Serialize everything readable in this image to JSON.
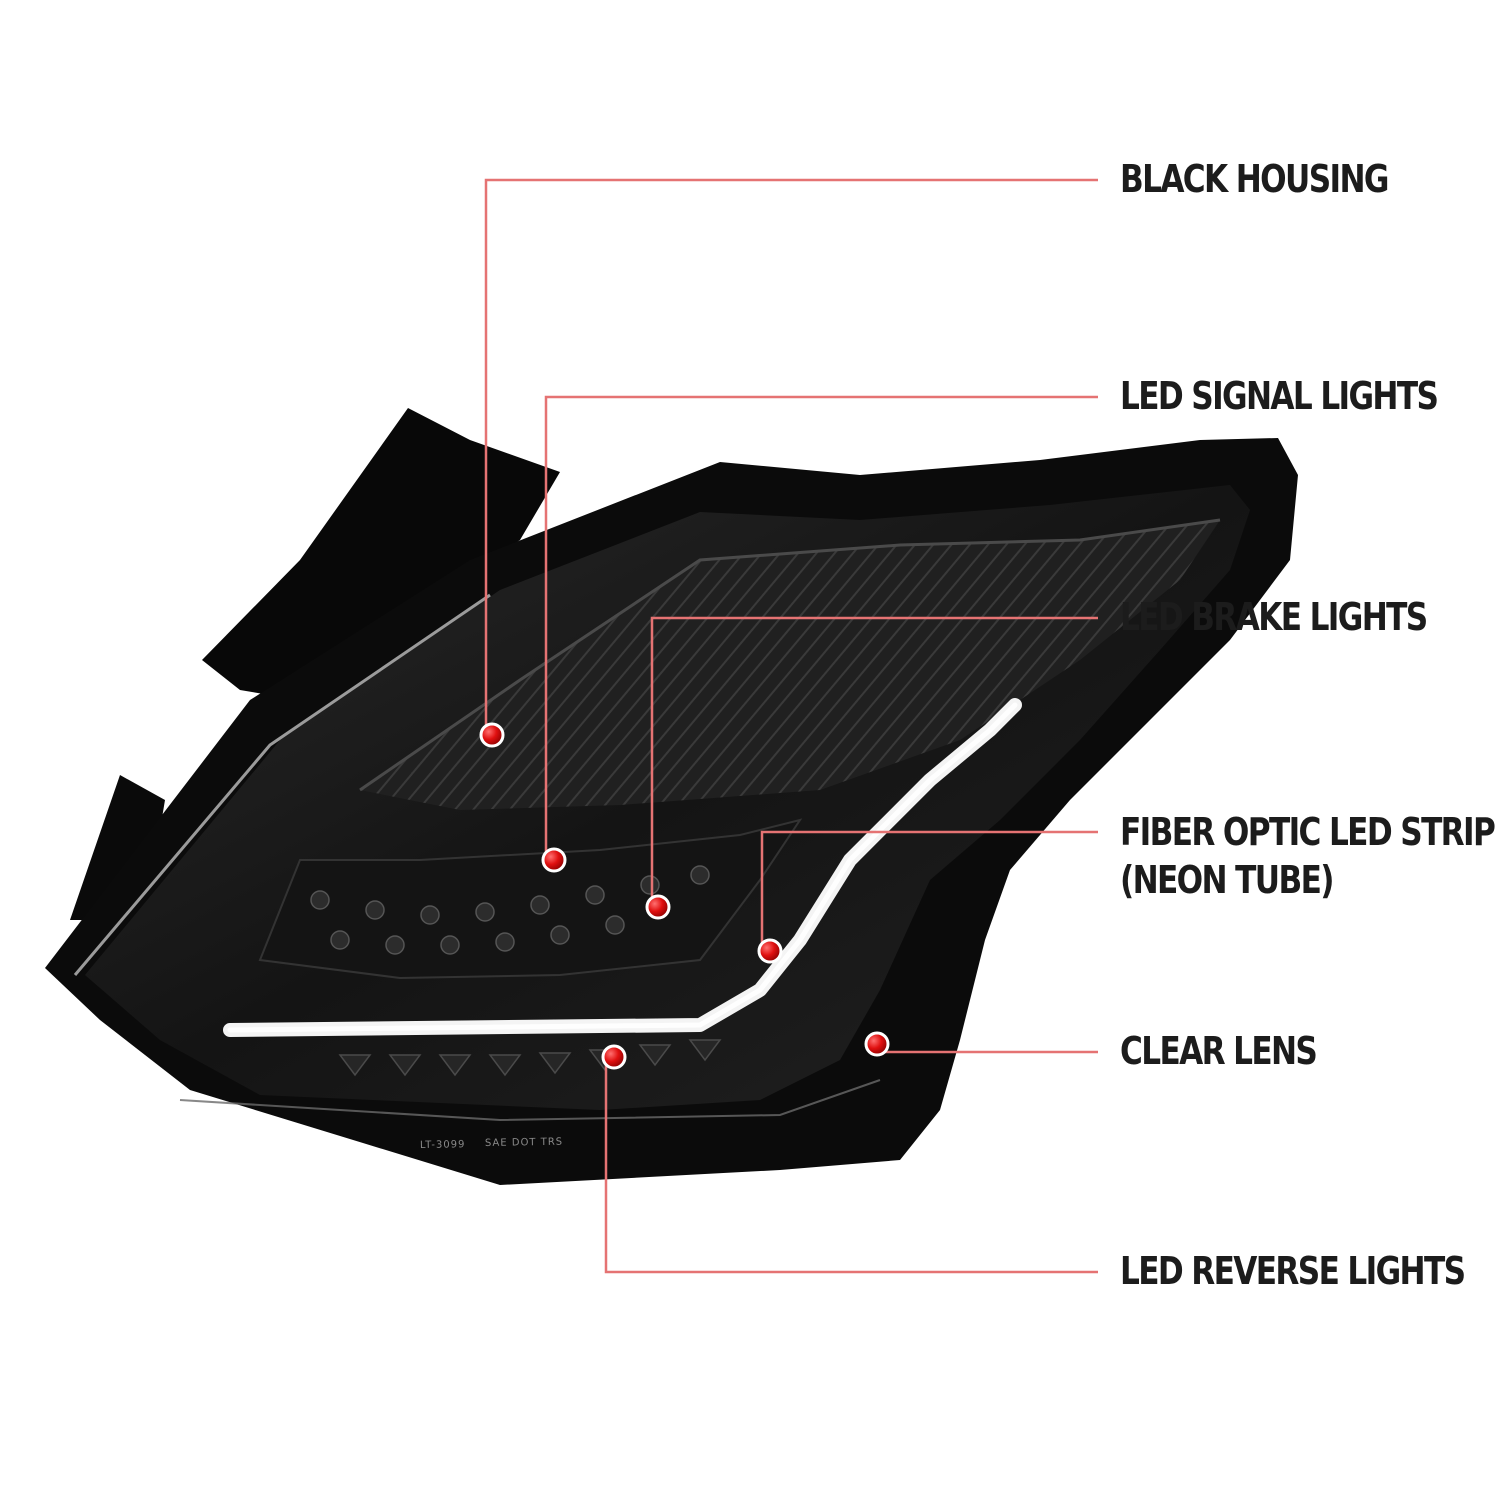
{
  "colors": {
    "leader_line": "#e57373",
    "marker": "#e01010",
    "housing": "#0c0c0c",
    "lens": "#1e1e1e",
    "label_text": "#1c1c1c"
  },
  "callouts": [
    {
      "id": "black-housing",
      "lines": [
        "BLACK HOUSING"
      ]
    },
    {
      "id": "led-signal-lights",
      "lines": [
        "LED SIGNAL LIGHTS"
      ]
    },
    {
      "id": "led-brake-lights",
      "lines": [
        "LED BRAKE LIGHTS"
      ]
    },
    {
      "id": "fiber-optic-led-strip",
      "lines": [
        "FIBER OPTIC LED STRIP",
        "(NEON TUBE)"
      ]
    },
    {
      "id": "clear-lens",
      "lines": [
        "CLEAR LENS"
      ]
    },
    {
      "id": "led-reverse-lights",
      "lines": [
        "LED REVERSE LIGHTS"
      ]
    }
  ],
  "lens_marking": {
    "part_number": "LT-3099",
    "certification": "SAE DOT TRS"
  }
}
